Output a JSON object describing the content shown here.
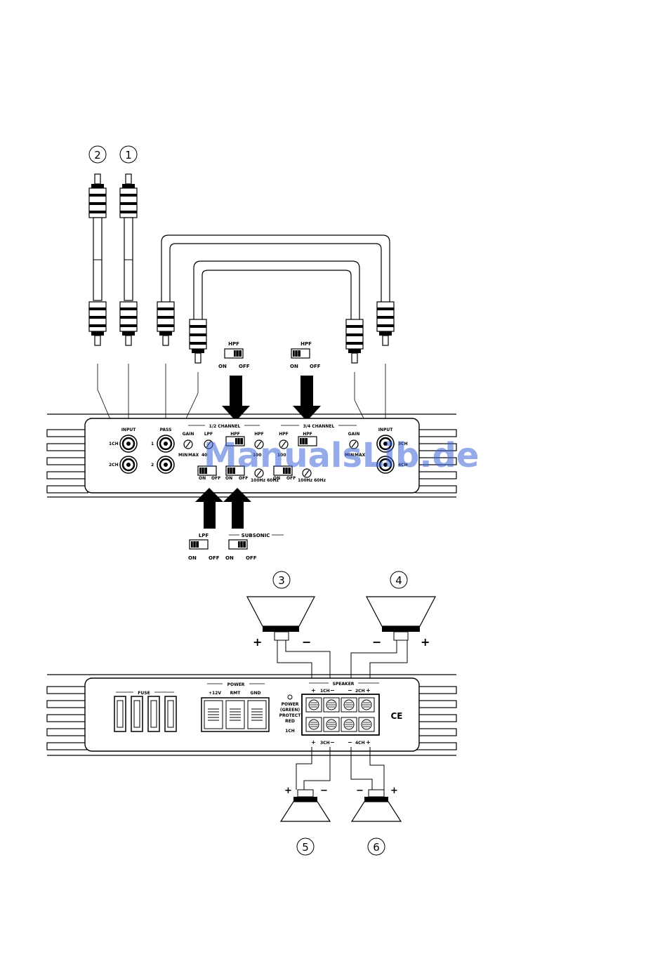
{
  "markers": {
    "m1": "1",
    "m2": "2",
    "m3": "3",
    "m4": "4",
    "m5": "5",
    "m6": "6"
  },
  "top_panel": {
    "input_left": "INPUT",
    "ch1": "1CH",
    "ch2": "2CH",
    "pass": "PASS",
    "pass1": "1",
    "pass2": "2",
    "ch12": "1/2 CHANNEL",
    "ch34": "3/4 CHANNEL",
    "gain": "GAIN",
    "min": "MIN",
    "max": "MAX",
    "lpf": "LPF",
    "lpf_freq": "40",
    "hpf": "HPF",
    "hpf_freq": "100",
    "on": "ON",
    "off": "OFF",
    "sub_freq": "100Hz 60Hz",
    "input_right": "INPUT",
    "ch3": "3CH",
    "ch4": "4CH"
  },
  "callouts": {
    "hpf_left": "HPF",
    "hpf_right": "HPF",
    "lpf": "LPF",
    "subsonic": "SUBSONIC",
    "on": "ON",
    "off": "OFF"
  },
  "bottom_panel": {
    "fuse": "FUSE",
    "power": "POWER",
    "v12": "+12V",
    "rmt": "RMT",
    "gnd": "GND",
    "speaker": "SPEAKER",
    "sp1": "1CH",
    "sp2": "2CH",
    "sp3": "3CH",
    "sp4": "4CH",
    "status1": "POWER",
    "status2": "(GREEN)",
    "status3": "PROTECT",
    "status4": "RED",
    "ch1_label": "1CH",
    "ce": "CE"
  },
  "speakers": {
    "plus": "+",
    "minus": "−"
  },
  "watermark": "ManualsLib.de",
  "colors": {
    "watermark": "#3f67d8",
    "ink": "#000000"
  }
}
